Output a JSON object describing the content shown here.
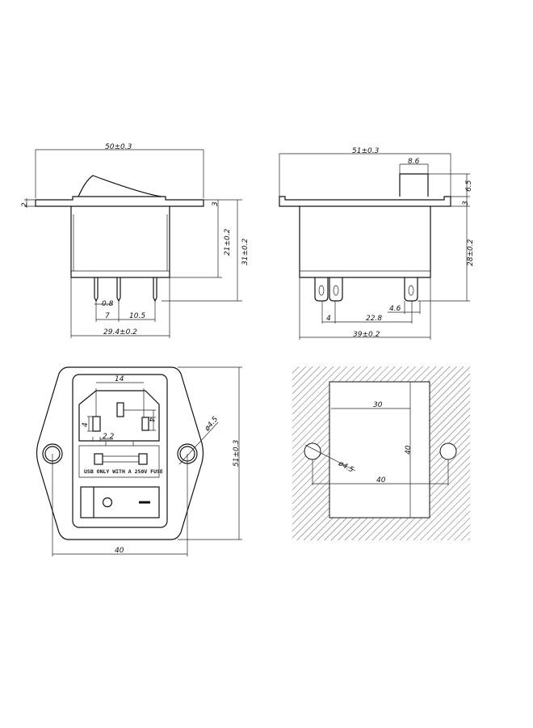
{
  "side_view": {
    "width": "50±0.3",
    "flange": "2",
    "flange_right": "3",
    "body_height": "21±0.2",
    "total_height": "31±0.2",
    "pin_width": "0.8",
    "pin_pitch_1": "7",
    "pin_pitch_2": "10.5",
    "body_width": "29.4±0.2"
  },
  "front_side_view": {
    "width": "51±0.3",
    "button_width": "8.6",
    "button_height": "6.5",
    "flange": "3",
    "body_height": "28±0.2",
    "tab_pitch_1": "4",
    "tab_pitch_2": "22.8",
    "tab_width": "4.6",
    "body_width": "39±0.2"
  },
  "front_view": {
    "socket_width": "14",
    "pin_h_left": "4",
    "pin_h_right": "4",
    "pin_offset": "2.2",
    "hole_diameter": "ø4.5",
    "fuse_text": "USB ONLY WITH A 250V FUSE",
    "hole_pitch": "40",
    "height": "51±0.3"
  },
  "cutout_view": {
    "width": "30",
    "height": "40",
    "hole_pitch": "40",
    "hole_diameter": "ø4.5"
  },
  "colors": {
    "line": "#111111",
    "background": "#ffffff"
  }
}
